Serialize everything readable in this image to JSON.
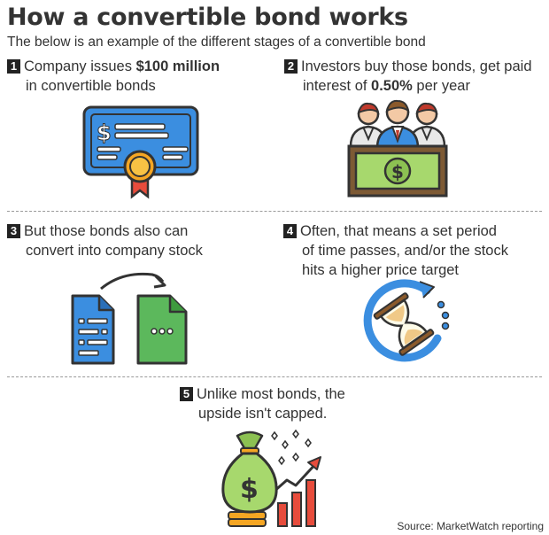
{
  "title": "How a convertible bond works",
  "subtitle": "The below is an example of the different stages of a convertible bond",
  "steps": [
    {
      "num": "1",
      "text_a": "Company issues ",
      "bold": "$100 million",
      "text_b": "in convertible bonds"
    },
    {
      "num": "2",
      "text_a": "Investors buy those bonds, get paid",
      "text_b": "interest of ",
      "bold": "0.50%",
      "text_c": " per year"
    },
    {
      "num": "3",
      "line1": "But those bonds also can",
      "line2": "convert into company stock"
    },
    {
      "num": "4",
      "line1": "Often, that means a set period",
      "line2": "of time passes, and/or the stock",
      "line3": "hits a higher price target"
    },
    {
      "num": "5",
      "line1": "Unlike most bonds, the",
      "line2": "upside isn't capped."
    }
  ],
  "icons": {
    "step1": "certificate-icon",
    "step2": "investors-podium-icon",
    "step3": "document-conversion-icon",
    "step4": "hourglass-icon",
    "step5": "money-bag-growth-icon"
  },
  "colors": {
    "blue": "#3b8ee0",
    "green": "#5cb85c",
    "orange": "#f5a623",
    "red": "#e74c3c",
    "outline": "#333333"
  },
  "source": "Source: MarketWatch reporting"
}
